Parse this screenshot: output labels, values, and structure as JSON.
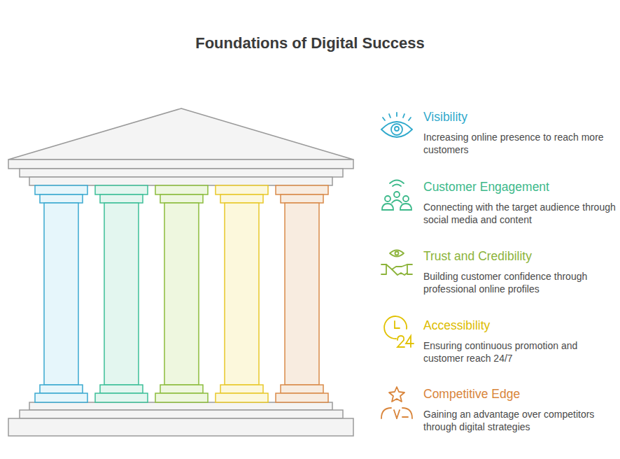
{
  "diagram": {
    "title": "Foundations of Digital Success",
    "nodes": [
      {
        "text": [
          "Visibility",
          "Increasing online presence to reach more customers"
        ]
      },
      {
        "text": [
          "Customer Engagement",
          "Connecting with the target audience through social media and content"
        ]
      },
      {
        "text": [
          "Trust and Credibility",
          "Building customer confidence through professional online profiles"
        ]
      },
      {
        "text": [
          "Accessibility",
          "Ensuring continuous promotion and customer reach 24/7"
        ]
      },
      {
        "text": [
          "Competitive Edge",
          "Gaining an advantage over competitors through digital strategies"
        ]
      }
    ]
  }
}
